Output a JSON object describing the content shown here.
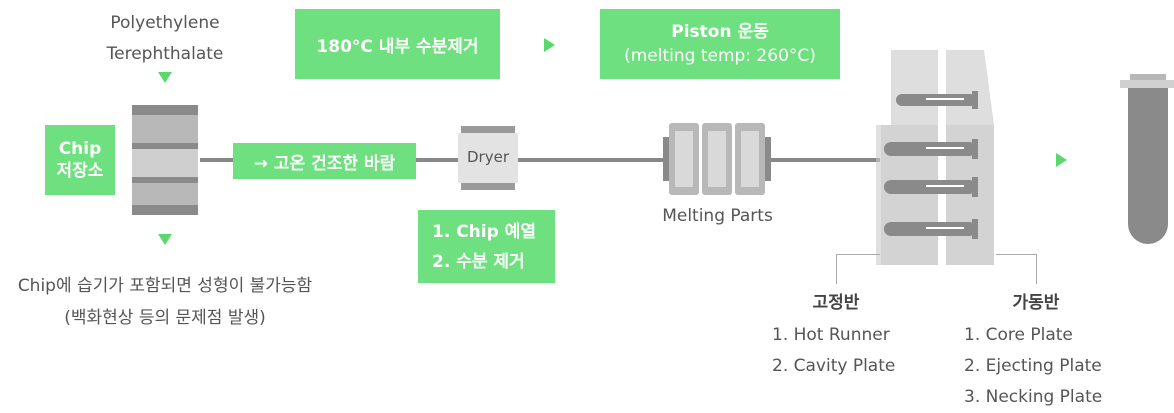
{
  "source": {
    "line1": "Polyethylene",
    "line2": "Terephthalate"
  },
  "chip_storage": {
    "line1": "Chip",
    "line2": "저장소"
  },
  "moisture_note": {
    "line1": "Chip에 습기가 포함되면 성형이 불가능함",
    "line2": "(백화현상 등의 문제점 발생)"
  },
  "hot_air": "→ 고온 건조한 바람",
  "dryer": "Dryer",
  "dryer_steps": {
    "line1": "1. Chip 예열",
    "line2": "2. 수분 제거"
  },
  "moisture_removal": "180°C 내부 수분제거",
  "piston": {
    "line1": "Piston 운동",
    "line2": "(melting temp: 260°C)"
  },
  "melting_parts": "Melting Parts",
  "fixed_plate": {
    "title": "고정반",
    "items": [
      "1. Hot Runner",
      "2. Cavity Plate"
    ]
  },
  "moving_plate": {
    "title": "가동반",
    "items": [
      "1. Core Plate",
      "2. Ejecting Plate",
      "3. Necking Plate"
    ]
  },
  "colors": {
    "accent": "#6ee07f",
    "arrow": "#59d86b",
    "metal": "#b8b8b8",
    "metal_dark": "#8a8a8a"
  }
}
